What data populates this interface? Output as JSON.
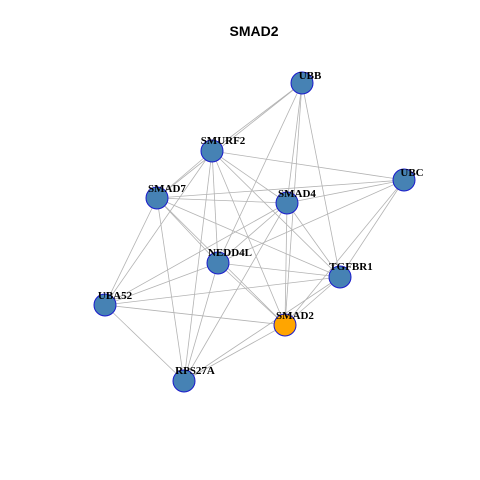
{
  "title": "SMAD2",
  "colors": {
    "node_fill": "#4682b4",
    "node_border": "#1a1acc",
    "highlight_fill": "#ffa500",
    "highlight_border": "#8b1a1a",
    "edge": "#b3b3b3"
  },
  "graph": {
    "nodes": [
      {
        "id": "UBB",
        "label": "UBB",
        "highlight": false
      },
      {
        "id": "SMURF2",
        "label": "SMURF2",
        "highlight": false
      },
      {
        "id": "UBC",
        "label": "UBC",
        "highlight": false
      },
      {
        "id": "SMAD7",
        "label": "SMAD7",
        "highlight": false
      },
      {
        "id": "SMAD4",
        "label": "SMAD4",
        "highlight": false
      },
      {
        "id": "NEDD4L",
        "label": "NEDD4L",
        "highlight": false
      },
      {
        "id": "TGFBR1",
        "label": "TGFBR1",
        "highlight": false
      },
      {
        "id": "UBA52",
        "label": "UBA52",
        "highlight": false
      },
      {
        "id": "SMAD2",
        "label": "SMAD2",
        "highlight": true
      },
      {
        "id": "RPS27A",
        "label": "RPS27A",
        "highlight": false
      }
    ],
    "edges": [
      [
        "UBB",
        "SMURF2"
      ],
      [
        "UBB",
        "SMAD7"
      ],
      [
        "UBB",
        "SMAD4"
      ],
      [
        "UBB",
        "NEDD4L"
      ],
      [
        "UBB",
        "TGFBR1"
      ],
      [
        "UBB",
        "SMAD2"
      ],
      [
        "SMURF2",
        "SMAD7"
      ],
      [
        "SMURF2",
        "SMAD4"
      ],
      [
        "SMURF2",
        "UBC"
      ],
      [
        "SMURF2",
        "NEDD4L"
      ],
      [
        "SMURF2",
        "TGFBR1"
      ],
      [
        "SMURF2",
        "SMAD2"
      ],
      [
        "SMURF2",
        "UBA52"
      ],
      [
        "SMURF2",
        "RPS27A"
      ],
      [
        "UBC",
        "SMAD7"
      ],
      [
        "UBC",
        "SMAD4"
      ],
      [
        "UBC",
        "NEDD4L"
      ],
      [
        "UBC",
        "TGFBR1"
      ],
      [
        "UBC",
        "SMAD2"
      ],
      [
        "SMAD7",
        "SMAD4"
      ],
      [
        "SMAD7",
        "NEDD4L"
      ],
      [
        "SMAD7",
        "TGFBR1"
      ],
      [
        "SMAD7",
        "SMAD2"
      ],
      [
        "SMAD7",
        "UBA52"
      ],
      [
        "SMAD7",
        "RPS27A"
      ],
      [
        "SMAD4",
        "NEDD4L"
      ],
      [
        "SMAD4",
        "TGFBR1"
      ],
      [
        "SMAD4",
        "SMAD2"
      ],
      [
        "SMAD4",
        "UBA52"
      ],
      [
        "SMAD4",
        "RPS27A"
      ],
      [
        "NEDD4L",
        "TGFBR1"
      ],
      [
        "NEDD4L",
        "SMAD2"
      ],
      [
        "NEDD4L",
        "UBA52"
      ],
      [
        "NEDD4L",
        "RPS27A"
      ],
      [
        "TGFBR1",
        "SMAD2"
      ],
      [
        "TGFBR1",
        "UBA52"
      ],
      [
        "TGFBR1",
        "RPS27A"
      ],
      [
        "UBA52",
        "SMAD2"
      ],
      [
        "UBA52",
        "RPS27A"
      ],
      [
        "SMAD2",
        "RPS27A"
      ]
    ]
  }
}
